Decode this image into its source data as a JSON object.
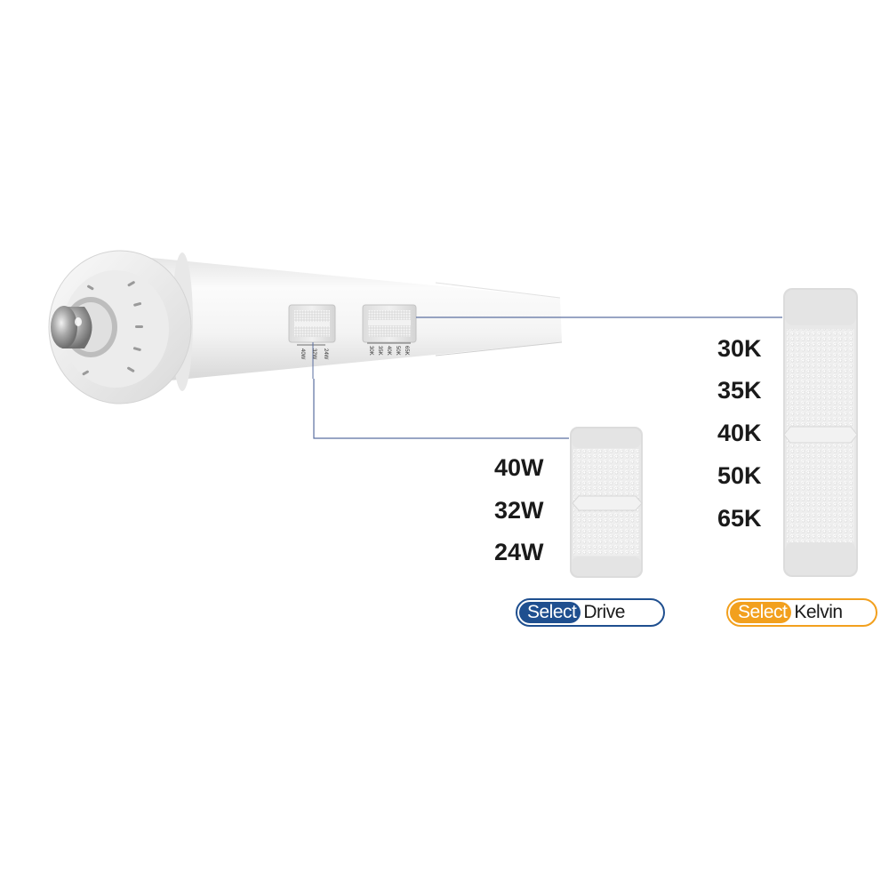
{
  "kelvin_options": [
    "30K",
    "35K",
    "40K",
    "50K",
    "65K"
  ],
  "wattage_options": [
    "40W",
    "32W",
    "24W"
  ],
  "tube_labels": {
    "wattage": [
      "40W",
      "32W",
      "24W"
    ],
    "kelvin": [
      "30K",
      "35K",
      "40K",
      "50K",
      "65K"
    ]
  },
  "badges": {
    "drive": {
      "highlight": "Select",
      "rest": "Drive",
      "color": "#1f4f8f"
    },
    "kelvin": {
      "highlight": "Select",
      "rest": "Kelvin",
      "color": "#f2a01e"
    }
  },
  "colors": {
    "callout_line": "#5b6fa0",
    "switch_body": "#e6e6e6",
    "tube_body": "#f6f6f6"
  }
}
